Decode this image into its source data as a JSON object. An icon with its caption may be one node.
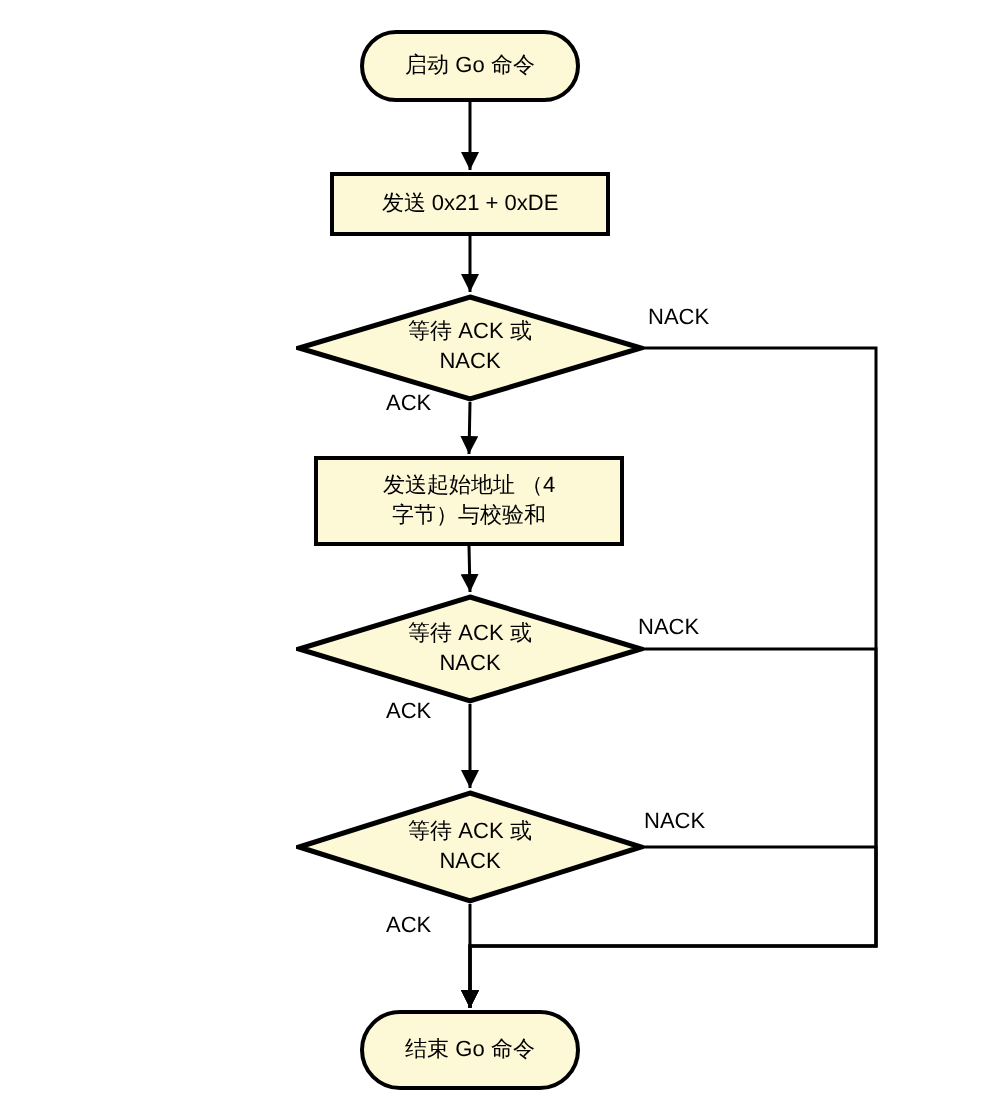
{
  "diagram": {
    "nodes": [
      {
        "text": [
          "启动 Go 命令"
        ]
      },
      {
        "text": [
          "发送 0x21 + 0xDE"
        ]
      },
      {
        "text": [
          "等待 ACK 或 NACK"
        ]
      },
      {
        "text": [
          "发送起始地址 （4 字节）与校验和"
        ]
      },
      {
        "text": [
          "等待 ACK 或 NACK"
        ]
      },
      {
        "text": [
          "等待 ACK 或 NACK"
        ]
      },
      {
        "text": [
          "结束 Go 命令"
        ]
      }
    ],
    "edges": [
      {
        "from": 0,
        "to": 1,
        "arrow": "to"
      },
      {
        "from": 1,
        "to": 2,
        "arrow": "to"
      },
      {
        "from": 2,
        "to": 3,
        "arrow": "to",
        "label": "ACK"
      },
      {
        "from": 3,
        "to": 4,
        "arrow": "to"
      },
      {
        "from": 4,
        "to": 5,
        "arrow": "to",
        "label": "ACK"
      },
      {
        "from": 5,
        "to": 6,
        "arrow": "to",
        "label": "ACK"
      },
      {
        "from": 2,
        "to": 6,
        "arrow": "to",
        "label": "NACK"
      },
      {
        "from": 4,
        "to": 6,
        "arrow": "to",
        "label": "NACK"
      },
      {
        "from": 5,
        "to": 6,
        "arrow": "to",
        "label": "NACK"
      }
    ]
  }
}
